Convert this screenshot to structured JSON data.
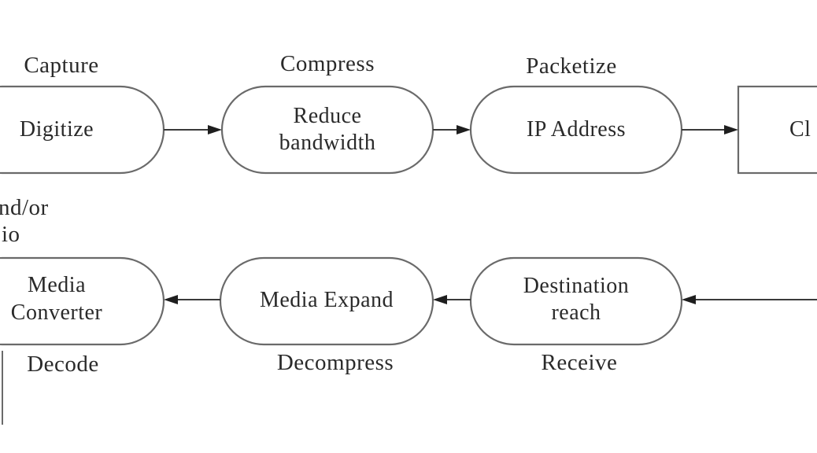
{
  "stage_labels": {
    "capture": "Capture",
    "compress": "Compress",
    "packetize": "Packetize",
    "decode": "Decode",
    "decompress": "Decompress",
    "receive": "Receive"
  },
  "side_note": {
    "line1": "nd/or",
    "line2": "io"
  },
  "nodes": {
    "digitize": {
      "lines": [
        "Digitize"
      ]
    },
    "reduce": {
      "lines": [
        "Reduce",
        "bandwidth"
      ]
    },
    "ip": {
      "lines": [
        "IP Address"
      ]
    },
    "cloud": {
      "lines": [
        "Cl"
      ]
    },
    "converter": {
      "lines": [
        "Media",
        "Converter"
      ]
    },
    "expand": {
      "lines": [
        "Media Expand"
      ]
    },
    "destination": {
      "lines": [
        "Destination",
        "reach"
      ]
    }
  }
}
